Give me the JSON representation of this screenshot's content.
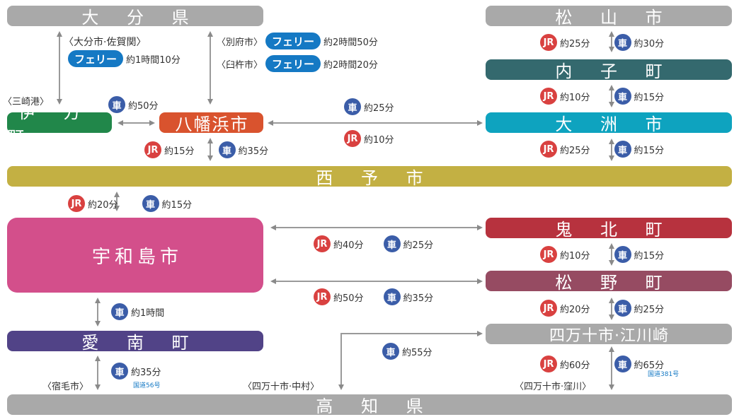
{
  "places": {
    "oita": "大 分 県",
    "matsuyama": "松 山 市",
    "uchiko": "内 子 町",
    "ozu": "大 洲 市",
    "ikata": "伊 方 町",
    "yawatahama": "八幡浜市",
    "seiyo": "西 予 市",
    "uwajima": "宇和島市",
    "kihoku": "鬼 北 町",
    "matsuno": "松 野 町",
    "ainan": "愛 南 町",
    "shimanto_ekawasaki": "四万十市·江川崎",
    "kochi": "高 知 県"
  },
  "badges": {
    "jr": "JR",
    "car": "車",
    "ferry": "フェリー"
  },
  "notes": {
    "oita_saganoseki": "〈大分市·佐賀関〉",
    "beppu": "〈別府市〉",
    "usuki": "〈臼杵市〉",
    "misaki": "〈三崎港〉",
    "sukumo": "〈宿毛市〉",
    "shimanto_nakamura": "〈四万十市·中村〉",
    "shimanto_kubokawa": "〈四万十市·窪川〉"
  },
  "routes": {
    "r56": "国道56号",
    "r381": "国道381号"
  },
  "times": {
    "ferry_saganoseki": "約1時間10分",
    "ferry_beppu": "約2時間50分",
    "ferry_usuki": "約2時間20分",
    "mat_uchi_jr": "約25分",
    "mat_uchi_car": "約30分",
    "uchi_ozu_jr": "約10分",
    "uchi_ozu_car": "約15分",
    "ikata_yawa_car": "約50分",
    "yawa_ozu_car": "約25分",
    "yawa_ozu_jr": "約10分",
    "yawa_seiyo_jr": "約15分",
    "yawa_seiyo_car": "約35分",
    "ozu_seiyo_jr": "約25分",
    "ozu_seiyo_car": "約15分",
    "seiyo_uwa_jr": "約20分",
    "seiyo_uwa_car": "約15分",
    "uwa_kihoku_jr": "約40分",
    "uwa_kihoku_car": "約25分",
    "kihoku_matsuno_jr": "約10分",
    "kihoku_matsuno_car": "約15分",
    "uwa_matsuno_jr": "約50分",
    "uwa_matsuno_car": "約35分",
    "matsuno_ekawa_jr": "約20分",
    "matsuno_ekawa_car": "約25分",
    "uwa_ainan_car": "約1時間",
    "ekawa_nakamura_car": "約55分",
    "ainan_sukumo_car": "約35分",
    "ekawa_kubokawa_jr": "約60分",
    "ekawa_kubokawa_car": "約65分"
  },
  "colors": {
    "gray": "#a9a9a9",
    "teal": "#34696e",
    "cyan": "#0ea3bf",
    "green": "#21874a",
    "orange": "#d9532e",
    "olive": "#c3b043",
    "pink": "#d34f8b",
    "crimson": "#b7323e",
    "wine": "#964b62",
    "indigo": "#514387",
    "jr": "#d94140",
    "car": "#3b5da8",
    "ferry": "#1579c4"
  }
}
